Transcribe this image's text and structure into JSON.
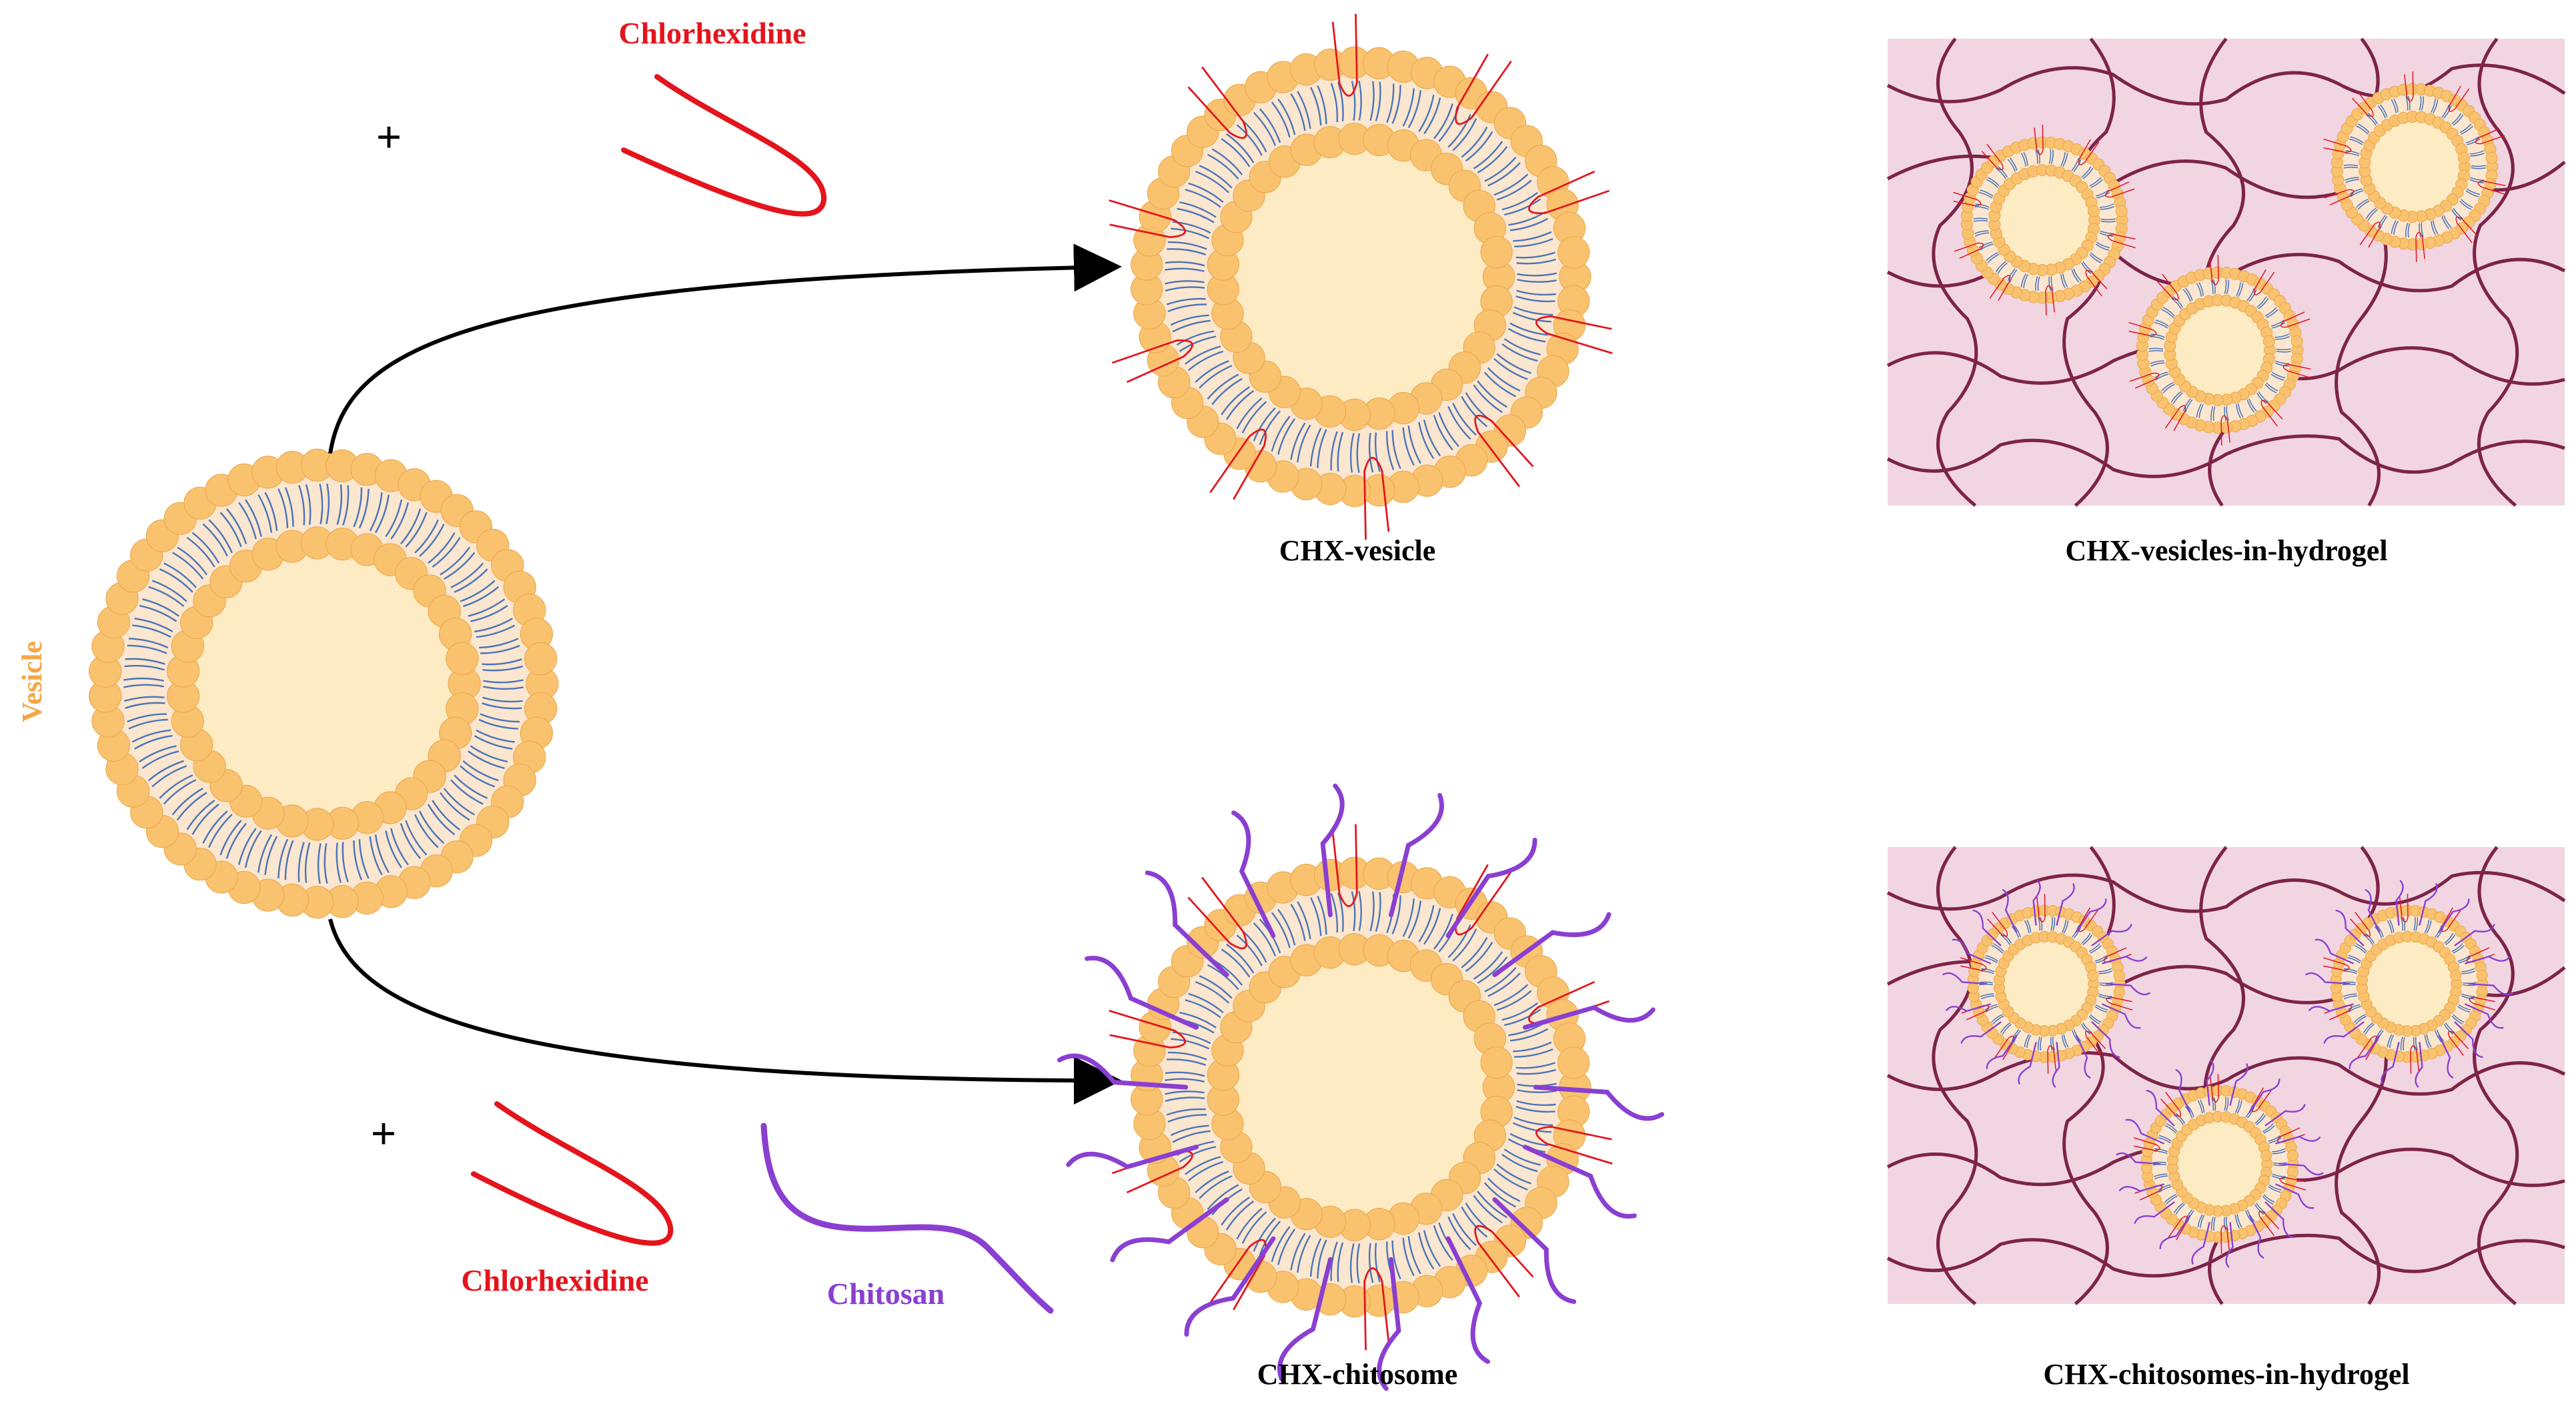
{
  "labels": {
    "vesicle": "Vesicle",
    "chlorhexidine_top": "Chlorhexidine",
    "chlorhexidine_bottom": "Chlorhexidine",
    "chitosan": "Chitosan",
    "plus_top": "+",
    "plus_bottom": "+",
    "chx_vesicle": "CHX-vesicle",
    "chx_chitosome": "CHX-chitosome",
    "chx_vesicles_in_hydrogel": "CHX-vesicles-in-hydrogel",
    "chx_chitosomes_in_hydrogel": "CHX-chitosomes-in-hydrogel"
  },
  "colors": {
    "bead": "#f9c26f",
    "bead_stroke": "#eaa64a",
    "core": "#fdebc4",
    "bilayer_fill": "#fbe6cf",
    "tail": "#4a74b8",
    "chlorhexidine": "#e4141c",
    "chitosan": "#8a3fd1",
    "hydrogel_bg": "#f1d6e2",
    "hydrogel_fiber": "#7d2348",
    "arrow": "#000000",
    "vesicle_label": "#f6a645"
  }
}
